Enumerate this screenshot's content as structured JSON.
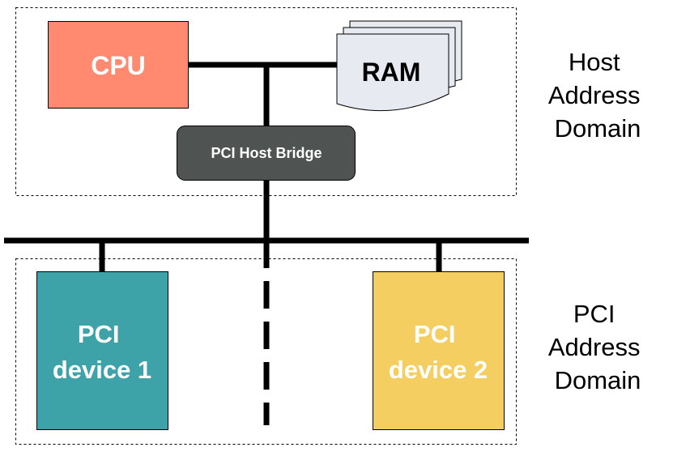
{
  "host_domain": {
    "label_lines": [
      "Host",
      "Address",
      "Domain"
    ],
    "cpu": {
      "label": "CPU",
      "color": "#FF8A70"
    },
    "ram": {
      "label": "RAM",
      "color": "#E8EAF2"
    },
    "bridge": {
      "label": "PCI Host Bridge",
      "color": "#4F5352"
    }
  },
  "pci_domain": {
    "label_lines": [
      "PCI",
      "Address",
      "Domain"
    ],
    "device_1": {
      "label_lines": [
        "PCI",
        "device 1"
      ],
      "color": "#3EA3A8"
    },
    "device_2": {
      "label_lines": [
        "PCI",
        "device 2"
      ],
      "color": "#F5CE62"
    }
  }
}
